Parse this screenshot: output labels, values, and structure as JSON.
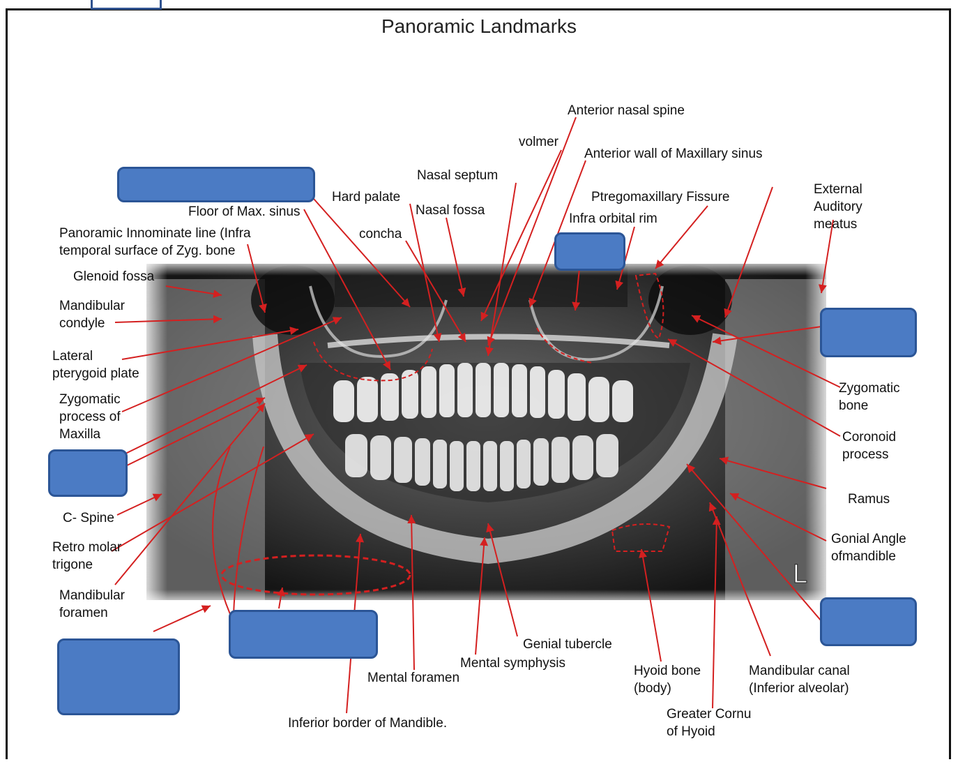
{
  "title": "Panoramic Landmarks",
  "colors": {
    "pointer": "#d42020",
    "blank_fill": "#4b7bc4",
    "blank_border": "#2b5596"
  },
  "labels": {
    "anterior_nasal_spine": "Anterior nasal spine",
    "volmer": "volmer",
    "anterior_wall_max_sinus": "Anterior wall of Maxillary sinus",
    "nasal_septum": "Nasal septum",
    "hard_palate": "Hard palate",
    "nasal_fossa": "Nasal fossa",
    "ptregomaxillary_fissure": "Ptregomaxillary Fissure",
    "infra_orbital_rim": "Infra orbital rim",
    "external_auditory_meatus": "External\nAuditory\nmeatus",
    "floor_max_sinus": "Floor of Max. sinus",
    "panoramic_innominate": "Panoramic Innominate line (Infra\ntemporal surface of Zyg. bone",
    "concha": "concha",
    "glenoid_fossa": "Glenoid fossa",
    "mandibular_condyle": "Mandibular\ncondyle",
    "lateral_pterygoid": "Lateral\npterygoid plate",
    "zygomatic_process": "Zygomatic\nprocess of\nMaxilla",
    "c_spine": "C- Spine",
    "retro_molar": "Retro molar\ntrigone",
    "mandibular_foramen": "Mandibular\nforamen",
    "zygomatic_bone": "Zygomatic\nbone",
    "coronoid_process": "Coronoid\nprocess",
    "ramus": "Ramus",
    "gonial_angle": "Gonial Angle\nofmandible",
    "genial_tubercle": "Genial tubercle",
    "mental_symphysis": "Mental symphysis",
    "mental_foramen": "Mental foramen",
    "inferior_border": "Inferior border of Mandible.",
    "hyoid_bone": "Hyoid bone\n(body)",
    "mandibular_canal": "Mandibular canal\n(Inferior alveolar)",
    "greater_cornu": "Greater Cornu\nof Hyoid",
    "side_marker": "L"
  }
}
